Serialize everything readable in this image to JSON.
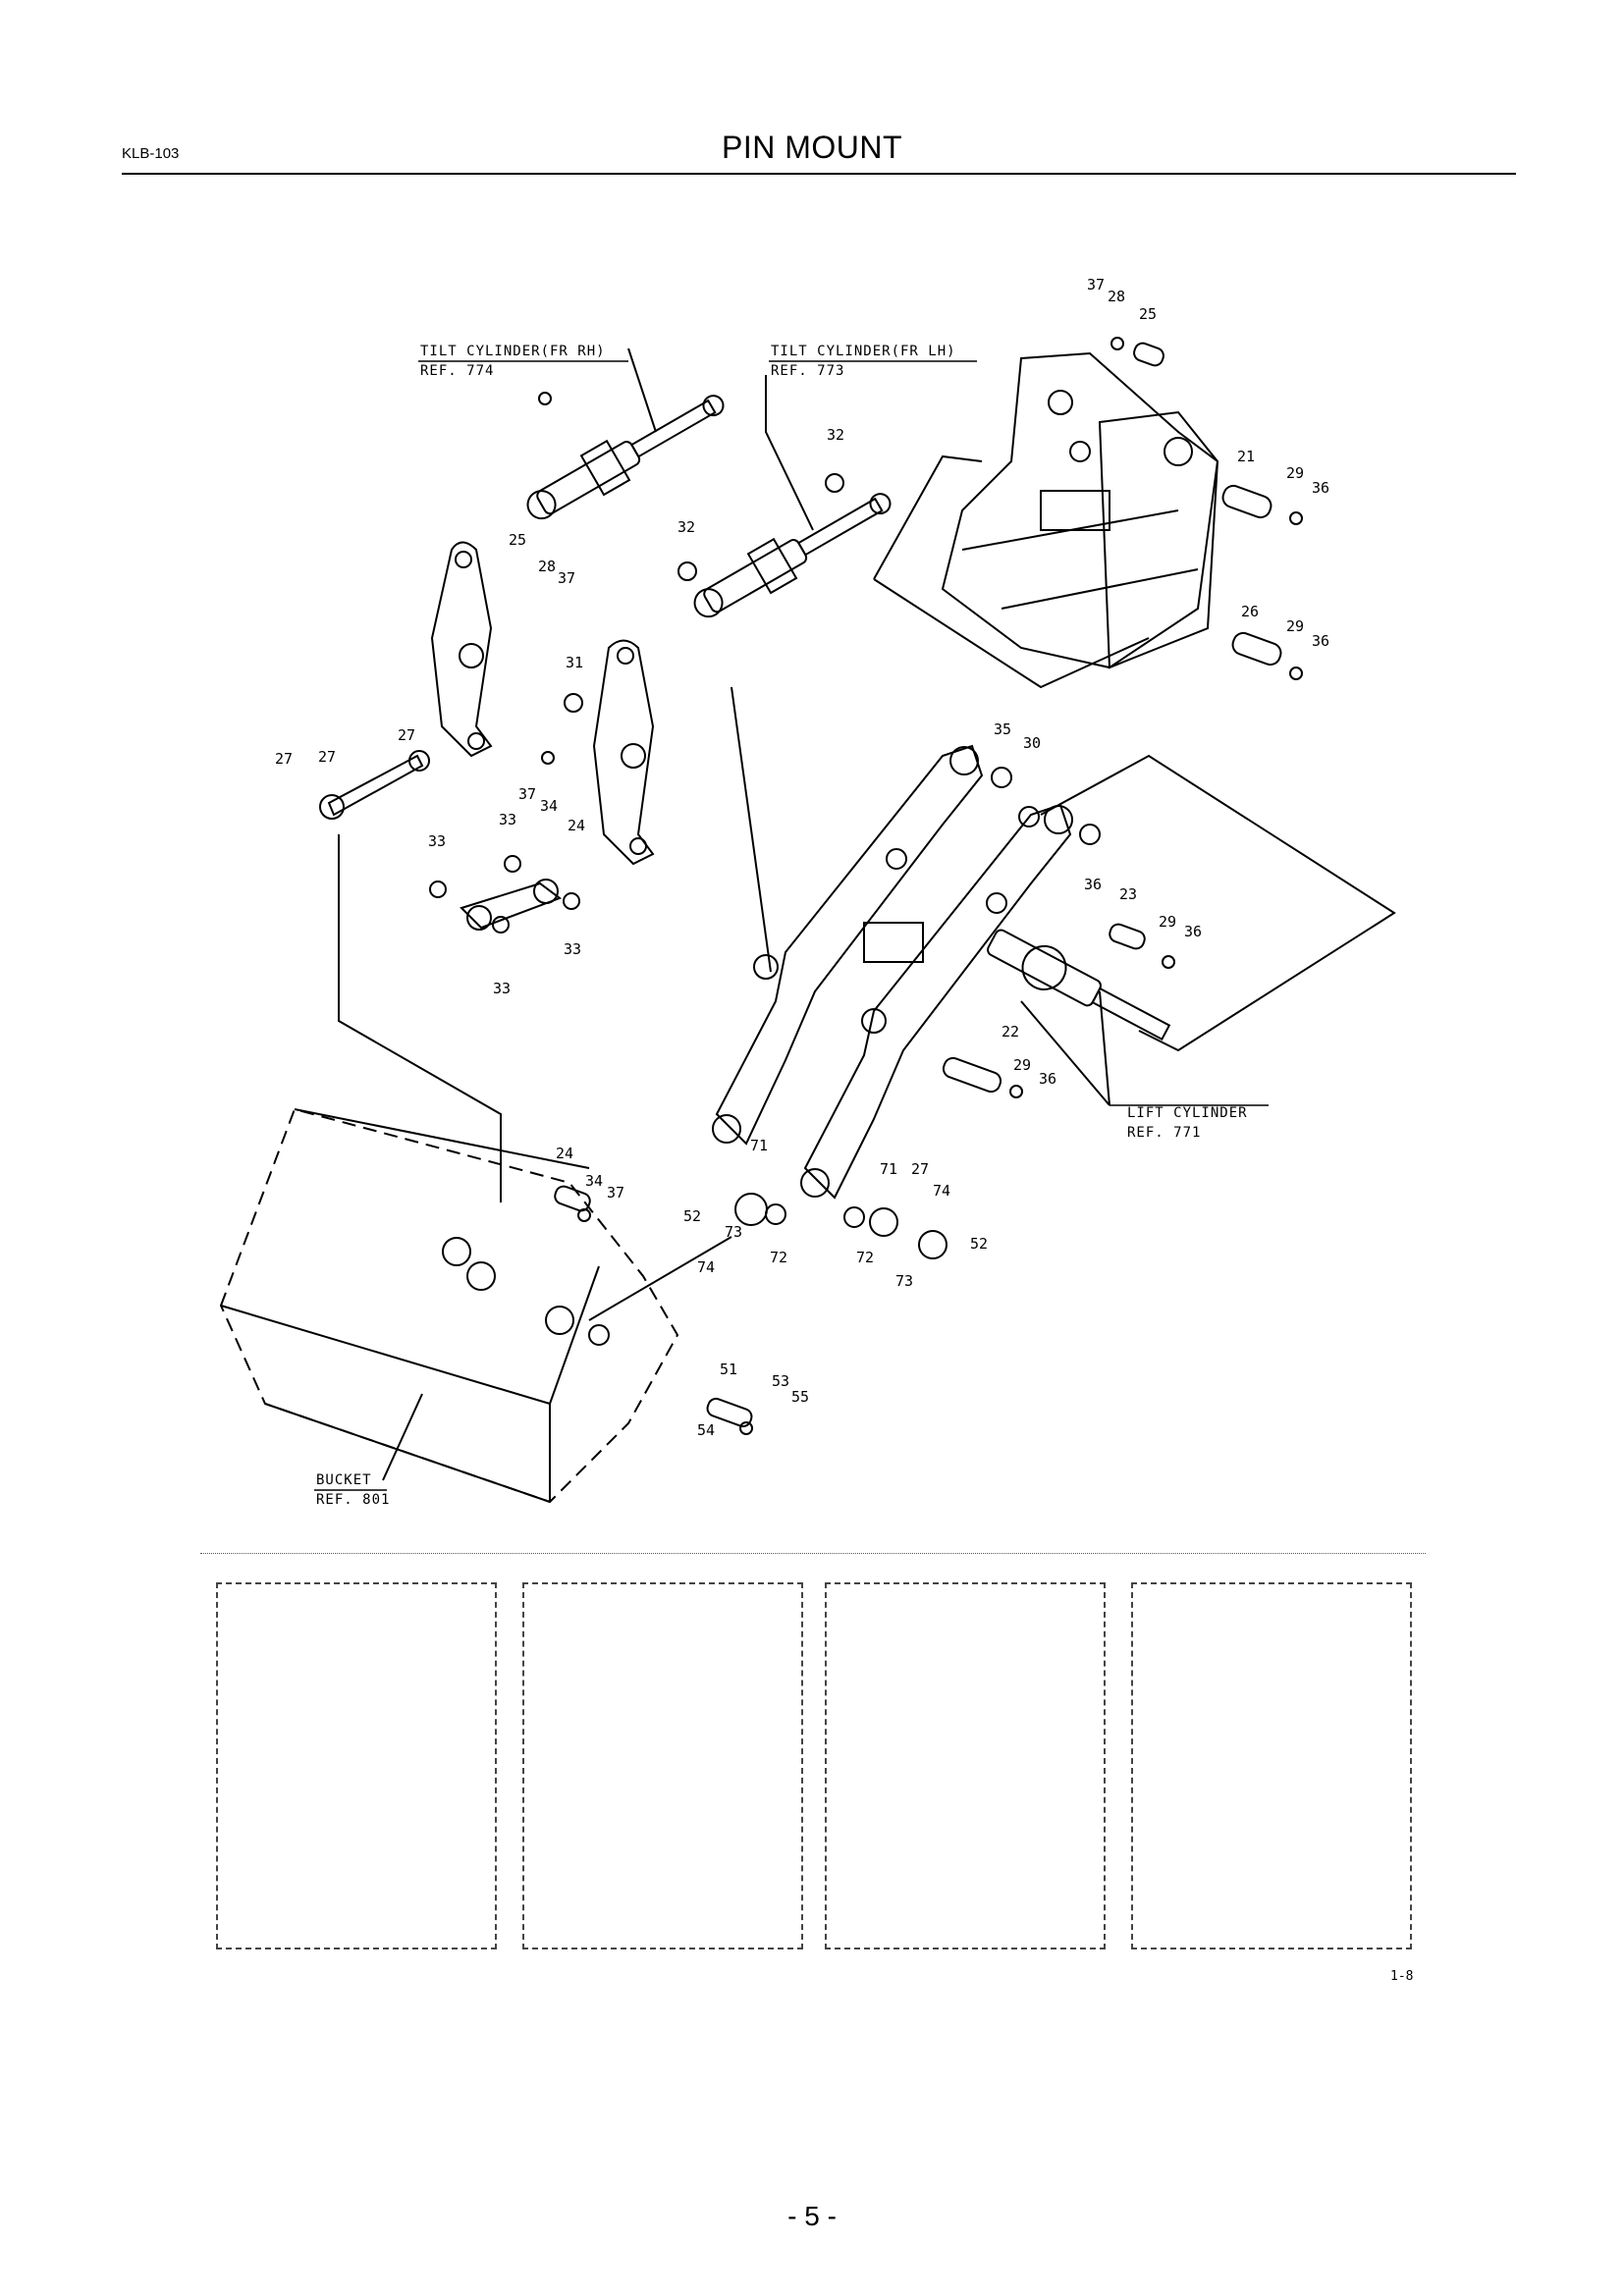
{
  "header": {
    "code": "KLB-103",
    "title": "PIN MOUNT"
  },
  "callouts": {
    "tilt_rh": {
      "line1": "TILT CYLINDER(FR RH)",
      "line2": "REF. 774"
    },
    "tilt_lh": {
      "line1": "TILT CYLINDER(FR LH)",
      "line2": "REF. 773"
    },
    "lift": {
      "line1": "LIFT CYLINDER",
      "line2": "REF. 771"
    },
    "bucket": {
      "line1": "BUCKET",
      "line2": "REF. 801"
    }
  },
  "part_numbers": [
    "37",
    "28",
    "25",
    "32",
    "21",
    "29",
    "36",
    "32",
    "25",
    "28",
    "37",
    "26",
    "29",
    "36",
    "31",
    "27",
    "27",
    "27",
    "37",
    "34",
    "24",
    "35",
    "30",
    "33",
    "33",
    "36",
    "23",
    "29",
    "36",
    "33",
    "33",
    "22",
    "29",
    "36",
    "24",
    "34",
    "37",
    "52",
    "71",
    "71",
    "27",
    "74",
    "73",
    "72",
    "72",
    "52",
    "73",
    "74",
    "51",
    "53",
    "55",
    "54"
  ],
  "sheet_ref": "1-8",
  "page_number": "- 5 -"
}
